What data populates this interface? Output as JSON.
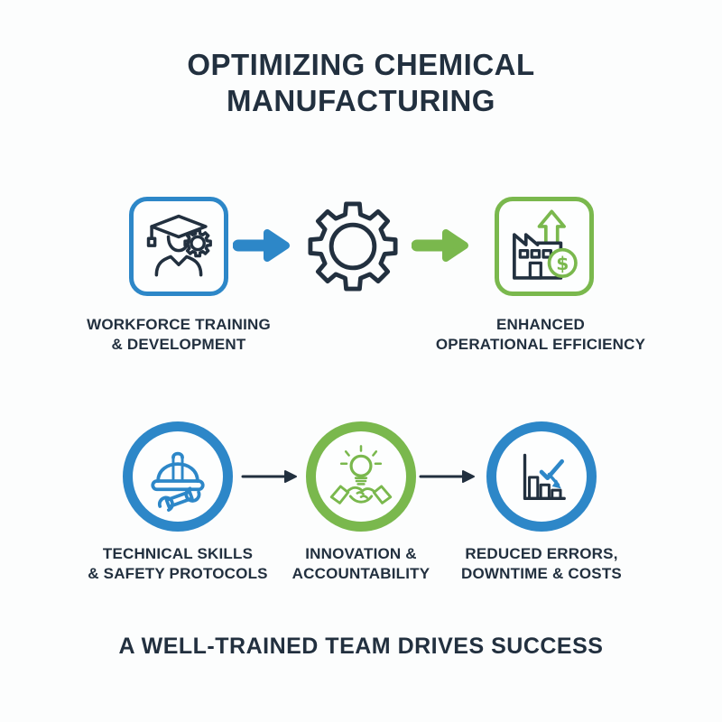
{
  "title": {
    "line1": "OPTIMIZING CHEMICAL",
    "line2": "MANUFACTURING"
  },
  "top_row": {
    "step1": {
      "icon_name": "graduate-gear-icon",
      "frame": "blue-rounded-square",
      "label_line1": "WORKFORCE TRAINING",
      "label_line2": "& DEVELOPMENT"
    },
    "arrow1": {
      "icon_name": "right-arrow",
      "color": "#2d87c8"
    },
    "step2": {
      "icon_name": "gear-icon"
    },
    "arrow2": {
      "icon_name": "right-arrow",
      "color": "#7ab84d"
    },
    "step3": {
      "icon_name": "factory-growth-icon",
      "frame": "green-rounded-square",
      "label_line1": "ENHANCED",
      "label_line2": "OPERATIONAL EFFICIENCY"
    }
  },
  "bottom_row": {
    "step1": {
      "icon_name": "hardhat-wrench-icon",
      "frame": "blue-circle",
      "label_line1": "TECHNICAL SKILLS",
      "label_line2": "& SAFETY PROTOCOLS"
    },
    "arrow1": {
      "icon_name": "thin-right-arrow",
      "color": "#22303f"
    },
    "step2": {
      "icon_name": "lightbulb-handshake-icon",
      "frame": "green-circle",
      "label_line1": "INNOVATION &",
      "label_line2": "ACCOUNTABILITY"
    },
    "arrow2": {
      "icon_name": "thin-right-arrow",
      "color": "#22303f"
    },
    "step3": {
      "icon_name": "declining-barchart-check-icon",
      "frame": "blue-circle",
      "label_line1": "REDUCED ERRORS,",
      "label_line2": "DOWNTIME & COSTS"
    }
  },
  "tagline": "A WELL-TRAINED TEAM DRIVES SUCCESS",
  "glyphs": {
    "dollar": "$"
  },
  "colors": {
    "blue": "#2d87c8",
    "green": "#7ab84d",
    "navy": "#22303f",
    "background": "#fcfdfd"
  }
}
